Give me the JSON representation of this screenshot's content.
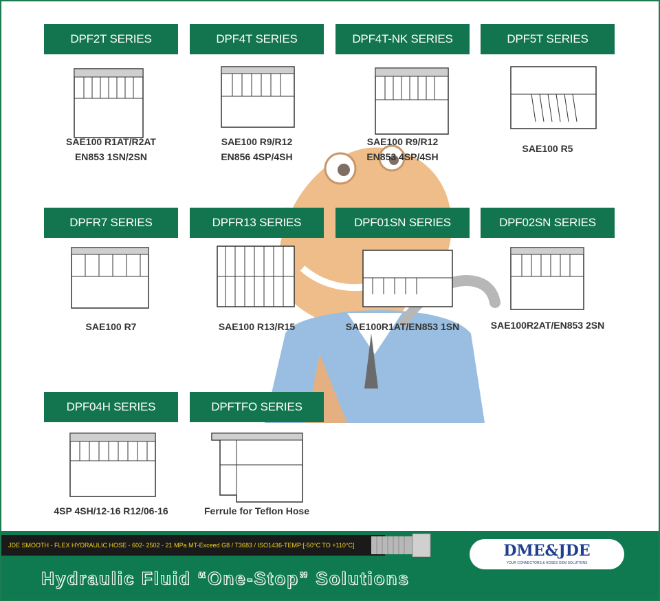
{
  "colors": {
    "banner": "#137550",
    "footer": "#0f7a4f",
    "logo": "#1f3f8f",
    "hose_print": "#f2d41d"
  },
  "series": [
    {
      "title": "DPF2T SERIES",
      "lines": [
        "SAE100 R1AT/R2AT",
        "EN853 1SN/2SN"
      ]
    },
    {
      "title": "DPF4T SERIES",
      "lines": [
        "SAE100 R9/R12",
        "EN856 4SP/4SH"
      ]
    },
    {
      "title": "DPF4T-NK SERIES",
      "lines": [
        "SAE100 R9/R12",
        "EN853 4SP/4SH"
      ]
    },
    {
      "title": "DPF5T SERIES",
      "lines": [
        "SAE100 R5"
      ]
    },
    {
      "title": "DPFR7 SERIES",
      "lines": [
        "SAE100 R7"
      ]
    },
    {
      "title": "DPFR13 SERIES",
      "lines": [
        "SAE100 R13/R15"
      ]
    },
    {
      "title": "DPF01SN SERIES",
      "lines": [
        "SAE100R1AT/EN853 1SN"
      ]
    },
    {
      "title": "DPF02SN SERIES",
      "lines": [
        "SAE100R2AT/EN853 2SN"
      ]
    },
    {
      "title": "DPF04H SERIES",
      "lines": [
        "4SP 4SH/12-16 R12/06-16"
      ]
    },
    {
      "title": "DPFTFO SERIES",
      "lines": [
        "Ferrule for Teflon Hose"
      ]
    }
  ],
  "hose_print": "JDE   SMOOTH - FLEX   HYDRAULIC HOSE - 602- 2502 - 21 MPa  MT-Exceed G8 / T3683 / ISO1436-TEMP:[-50°C TO +110°C]",
  "logo": {
    "name": "DME&JDE",
    "tagline": "YOUR CONNECTORS & HOSES OEM SOLUTIONS"
  },
  "slogan": "Hydraulic Fluid  “One-Stop” Solutions"
}
